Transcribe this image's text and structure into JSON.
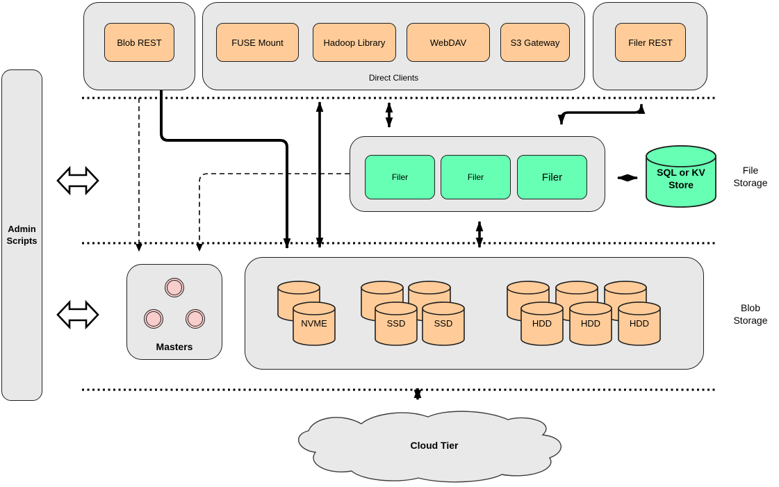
{
  "top": {
    "blob_rest_label": "Blob REST",
    "direct_clients": {
      "caption": "Direct Clients",
      "items": [
        "FUSE Mount",
        "Hadoop Library",
        "WebDAV",
        "S3 Gateway"
      ]
    },
    "filer_rest_label": "Filer REST"
  },
  "left": {
    "admin_line1": "Admin",
    "admin_line2": "Scripts"
  },
  "file_layer": {
    "filer_labels": [
      "Filer",
      "Filer",
      "Filer"
    ],
    "store_line1": "SQL or KV",
    "store_line2": "Store",
    "side_line1": "File",
    "side_line2": "Storage"
  },
  "blob_layer": {
    "masters_label": "Masters",
    "volume_labels": [
      "NVME",
      "SSD",
      "SSD",
      "HDD",
      "HDD",
      "HDD"
    ],
    "side_line1": "Blob",
    "side_line2": "Storage"
  },
  "bottom": {
    "cloud_label": "Cloud Tier"
  },
  "colors": {
    "container_fill": "#e8e8e8",
    "node_orange": "#ffcc99",
    "node_green": "#66ffb3",
    "node_pink": "#f8cecc",
    "stroke": "#1f1f1f"
  }
}
